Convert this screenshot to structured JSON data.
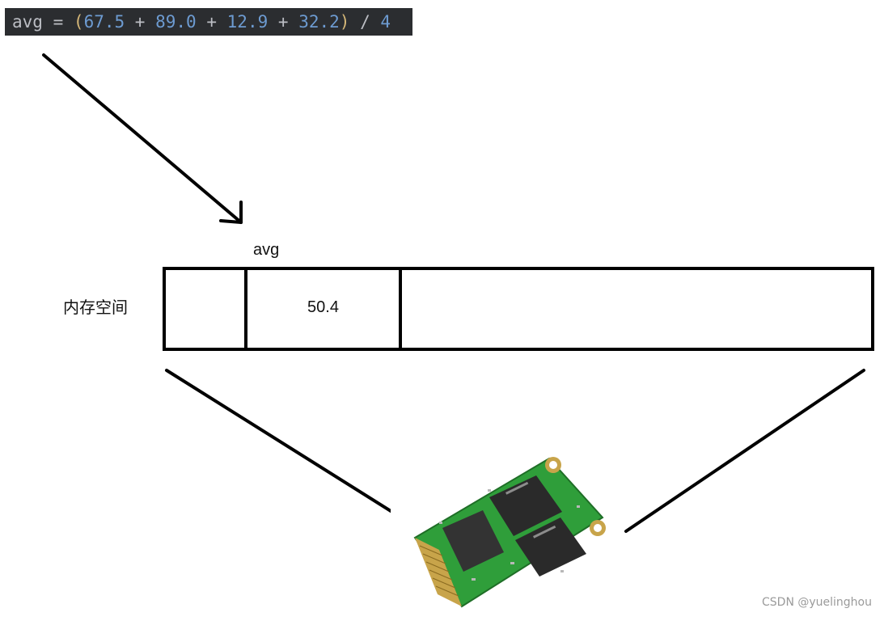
{
  "code": {
    "var": "avg",
    "eq": "=",
    "open": "(",
    "n1": "67.5",
    "n2": "89.0",
    "n3": "12.9",
    "n4": "32.2",
    "plus": "+",
    "close": ")",
    "div": "/",
    "divisor": "4"
  },
  "diagram": {
    "variable_label": "avg",
    "memory_label": "内存空间",
    "cell_value": "50.4"
  },
  "watermark": "CSDN @yuelinghou",
  "colors": {
    "code_bg": "#2b2d30",
    "code_number": "#6d9bd1",
    "code_paren": "#d5b778",
    "pcb_green": "#2f9e3a",
    "chip_dark": "#2a2a2a"
  },
  "icons": [
    "arrow-down-icon",
    "memory-module-image"
  ]
}
